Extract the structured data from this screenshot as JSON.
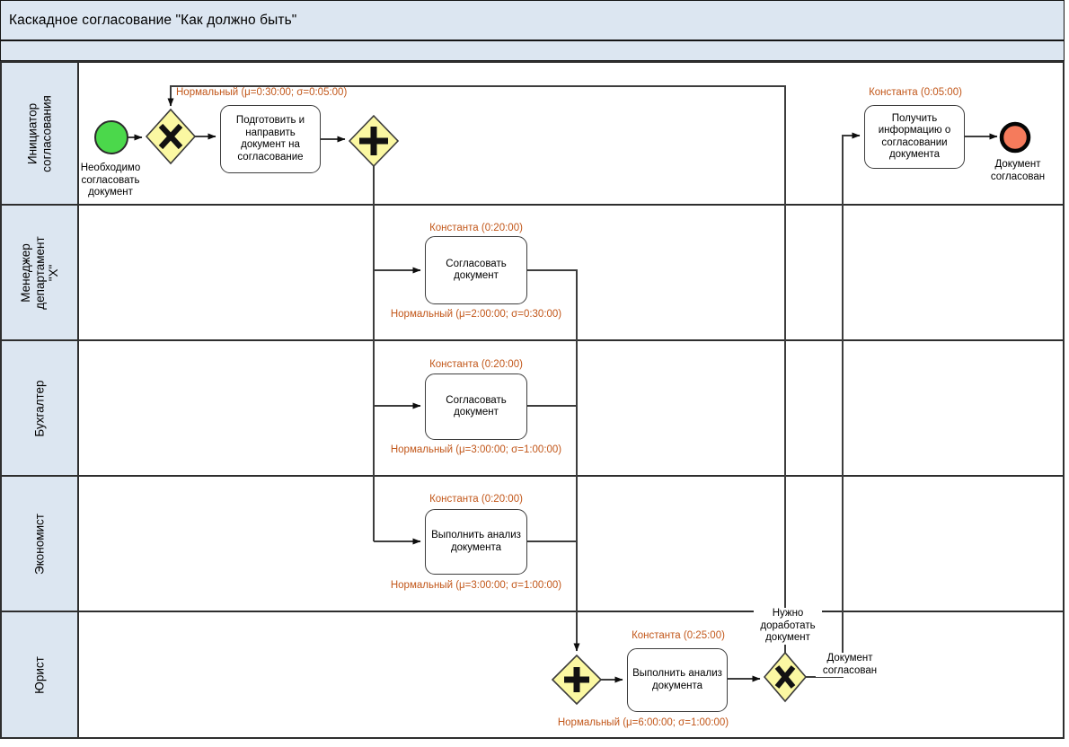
{
  "title": "Каскадное согласование \"Как должно быть\"",
  "lanes": [
    {
      "label": "Инициатор согласования"
    },
    {
      "label": "Менеджер департамент \"Х\""
    },
    {
      "label": "Бухгалтер"
    },
    {
      "label": "Экономист"
    },
    {
      "label": "Юрист"
    }
  ],
  "tasks": [
    {
      "label": "Подготовить и направить документ на согласование"
    },
    {
      "label": "Согласовать документ",
      "above": "Константа (0:20:00)",
      "below": "Нормальный (μ=2:00:00; σ=0:30:00)"
    },
    {
      "label": "Согласовать документ",
      "above": "Константа (0:20:00)",
      "below": "Нормальный (μ=3:00:00; σ=1:00:00)"
    },
    {
      "label": "Выполнить анализ документа",
      "above": "Константа (0:20:00)",
      "below": "Нормальный (μ=3:00:00; σ=1:00:00)"
    },
    {
      "label": "Выполнить анализ документа",
      "above": "Константа (0:25:00)",
      "below": "Нормальный (μ=6:00:00; σ=1:00:00)"
    },
    {
      "label": "Получить информацию о согласовании документа",
      "above": "Константа (0:05:00)"
    }
  ],
  "events": {
    "start": {
      "label": "Необходимо согласовать документ"
    },
    "end": {
      "label": "Документ согласован"
    }
  },
  "flow_labels": {
    "loop_annotation": "Нормальный (μ=0:30:00; σ=0:05:00)",
    "rework": "Нужно доработать документ",
    "approved": "Документ согласован"
  },
  "colors": {
    "lane_bg": "#dce6f1",
    "gateway_fill": "#fbf8a2",
    "start_fill": "#4bd84b",
    "end_fill": "#f57b5c",
    "annotation_text": "#c2571a"
  }
}
